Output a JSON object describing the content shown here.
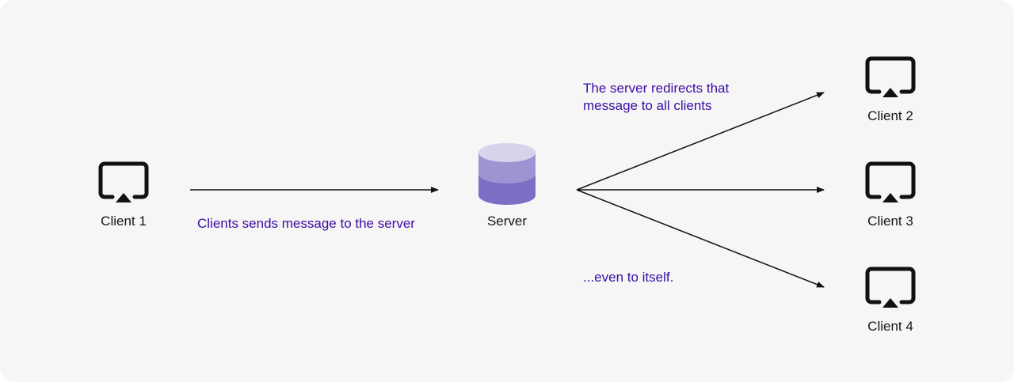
{
  "nodes": {
    "client1": {
      "label": "Client 1",
      "icon": "display-cast-icon"
    },
    "server": {
      "label": "Server",
      "icon": "database-icon"
    },
    "client2": {
      "label": "Client 2",
      "icon": "display-cast-icon"
    },
    "client3": {
      "label": "Client 3",
      "icon": "display-cast-icon"
    },
    "client4": {
      "label": "Client 4",
      "icon": "display-cast-icon"
    }
  },
  "captions": {
    "send": "Clients sends message to the server",
    "redirect_line1": "The server redirects that",
    "redirect_line2": "message to all clients",
    "itself": "...even to itself."
  },
  "colors": {
    "background": "#f6f6f6",
    "caption_text": "#3a0ca3",
    "label_text": "#151515",
    "database_top": "#d8d2ec",
    "database_mid": "#9e94d3",
    "database_bottom": "#7b6ec4"
  }
}
